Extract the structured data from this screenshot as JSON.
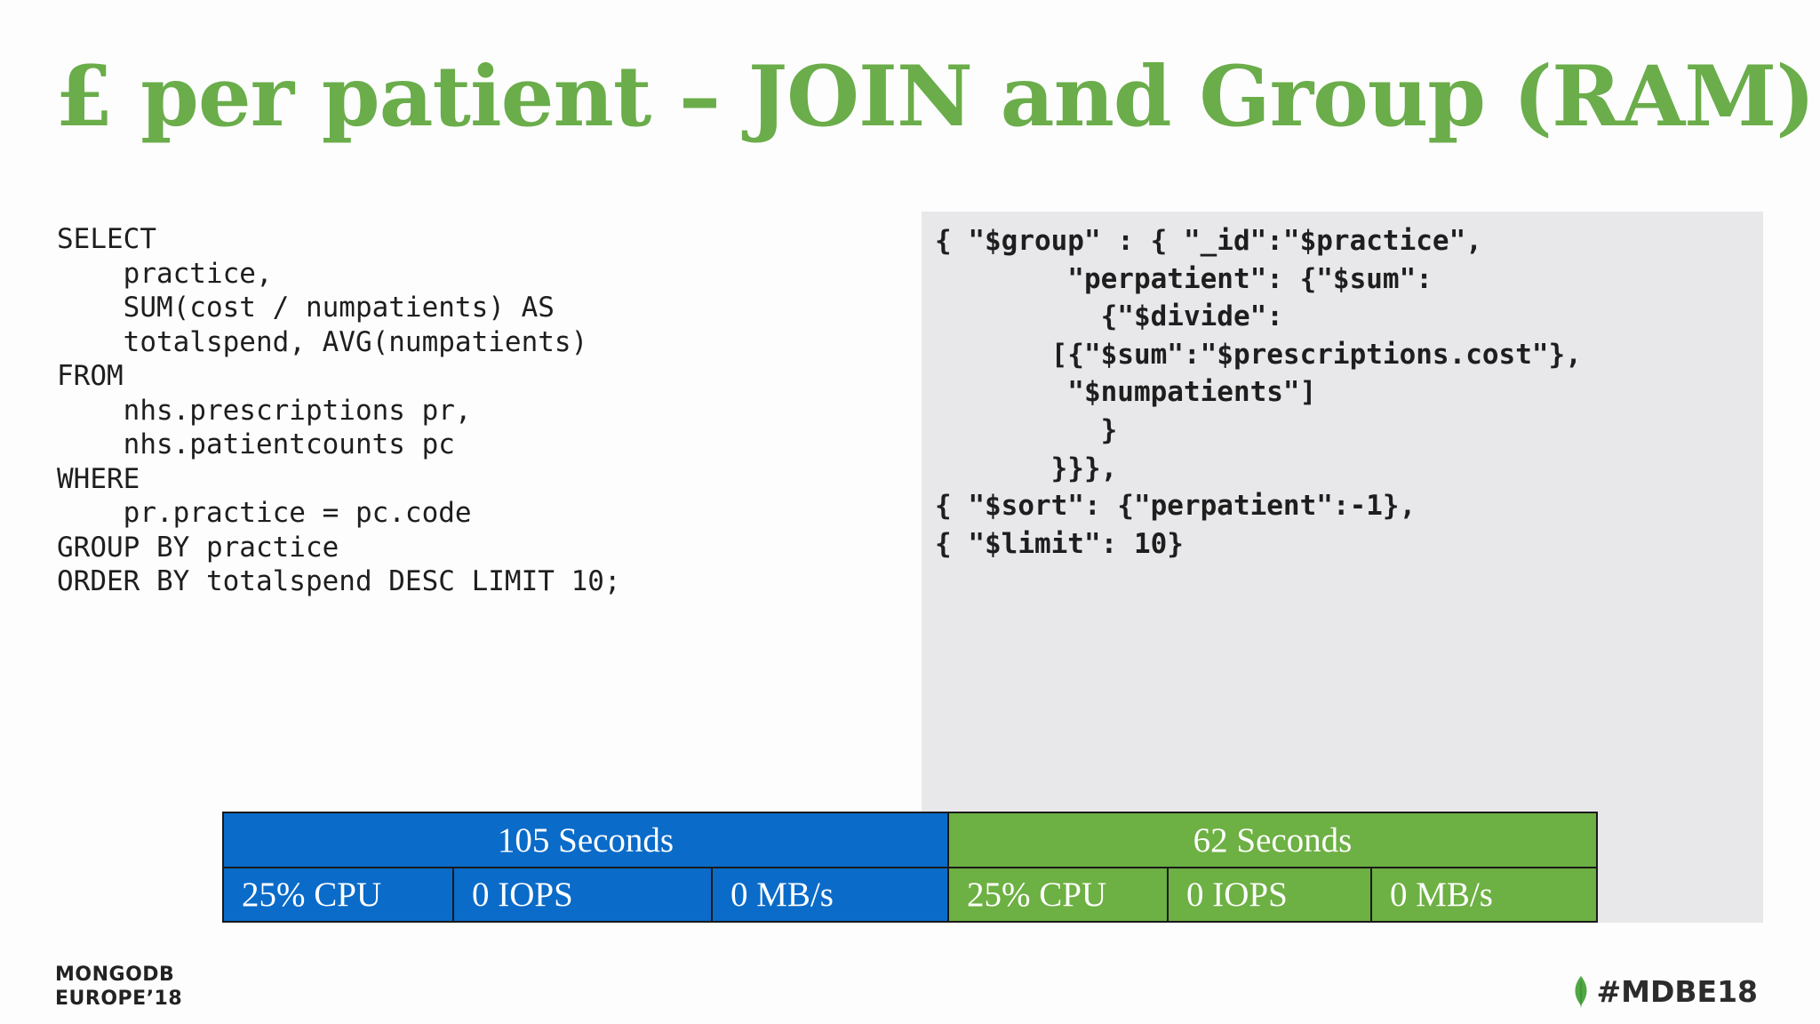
{
  "slide": {
    "title": "£ per patient – JOIN and Group (RAM)"
  },
  "sql_code": [
    "SELECT",
    "    practice,",
    "    SUM(cost / numpatients) AS",
    "    totalspend, AVG(numpatients)",
    "FROM",
    "    nhs.prescriptions pr,",
    "    nhs.patientcounts pc",
    "WHERE",
    "    pr.practice = pc.code",
    "GROUP BY practice",
    "ORDER BY totalspend DESC LIMIT 10;"
  ],
  "mongo_code": [
    "{ \"$group\" : { \"_id\":\"$practice\",",
    "        \"perpatient\": {\"$sum\":",
    "          {\"$divide\":",
    "       [{\"$sum\":\"$prescriptions.cost\"},",
    "        \"$numpatients\"]",
    "          }",
    "       }}},",
    "{ \"$sort\": {\"perpatient\":-1},",
    "{ \"$limit\": 10}"
  ],
  "results": {
    "sql": {
      "time": "105 Seconds",
      "cpu": "25% CPU",
      "iops": "0 IOPS",
      "throughput": "0 MB/s",
      "color": "#0a6bc9"
    },
    "mongo": {
      "time": "62 Seconds",
      "cpu": "25% CPU",
      "iops": "0 IOPS",
      "throughput": "0 MB/s",
      "color": "#6db043"
    }
  },
  "footer": {
    "brand_line1": "MONGODB",
    "brand_line2": "EUROPE’18",
    "hashtag": "#MDBE18",
    "leaf_icon": "mongodb-leaf-icon"
  },
  "colors": {
    "title": "#6aad4a",
    "panel": "#e8e7ea"
  }
}
